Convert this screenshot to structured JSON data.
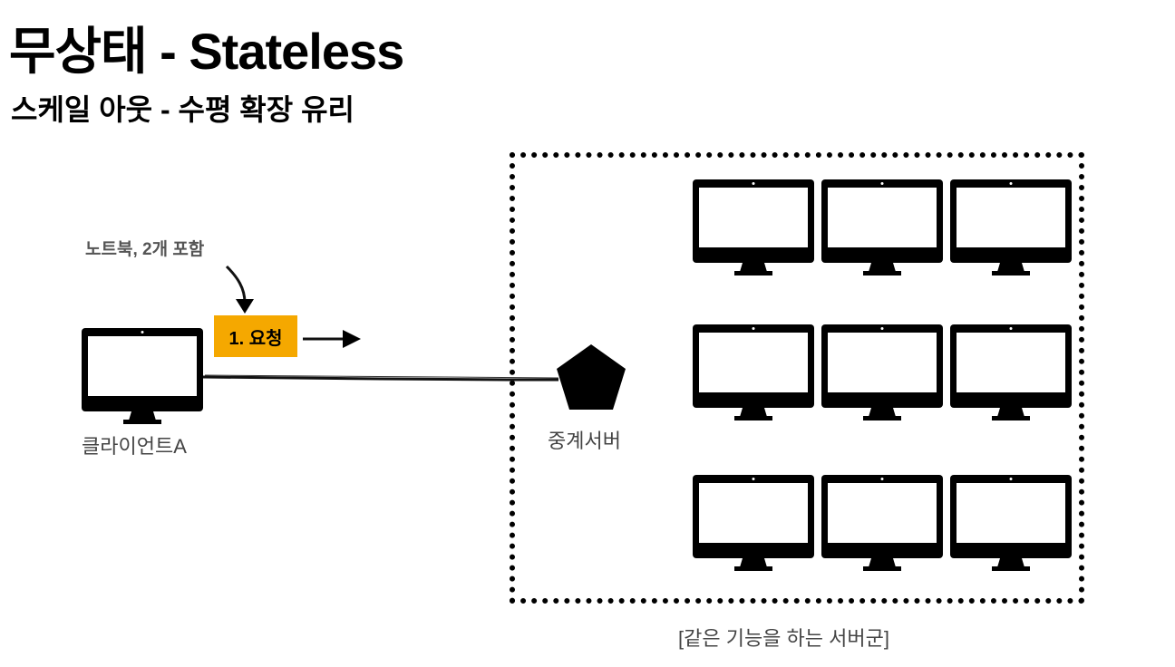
{
  "slide": {
    "title": "무상태 - Stateless",
    "subtitle": "스케일 아웃 - 수평 확장 유리"
  },
  "client": {
    "label": "클라이언트A",
    "icon": "desktop-monitor-icon"
  },
  "annotation": {
    "note": "노트북, 2개 포함",
    "request_label": "1. 요청"
  },
  "relay_server": {
    "label": "중계서버",
    "icon": "pentagon-icon"
  },
  "server_cluster": {
    "caption": "[같은 기능을 하는 서버군]",
    "server_icon": "desktop-monitor-icon",
    "rows": 3,
    "columns": 3
  },
  "colors": {
    "request_badge": "#F5A800",
    "foreground": "#000000",
    "label_text": "#444444"
  }
}
